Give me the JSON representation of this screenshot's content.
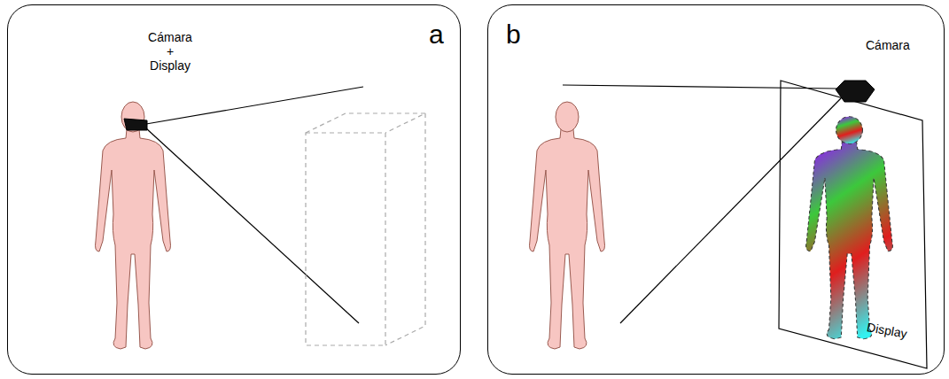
{
  "diagram": {
    "nodes": [
      {
        "text": [
          "a",
          "Cámara + Display"
        ]
      },
      {
        "text": [
          "b"
        ]
      },
      {
        "text": [
          "Display"
        ],
        "in": 1
      },
      {
        "text": [
          "Cámara"
        ],
        "in": 1
      }
    ]
  }
}
